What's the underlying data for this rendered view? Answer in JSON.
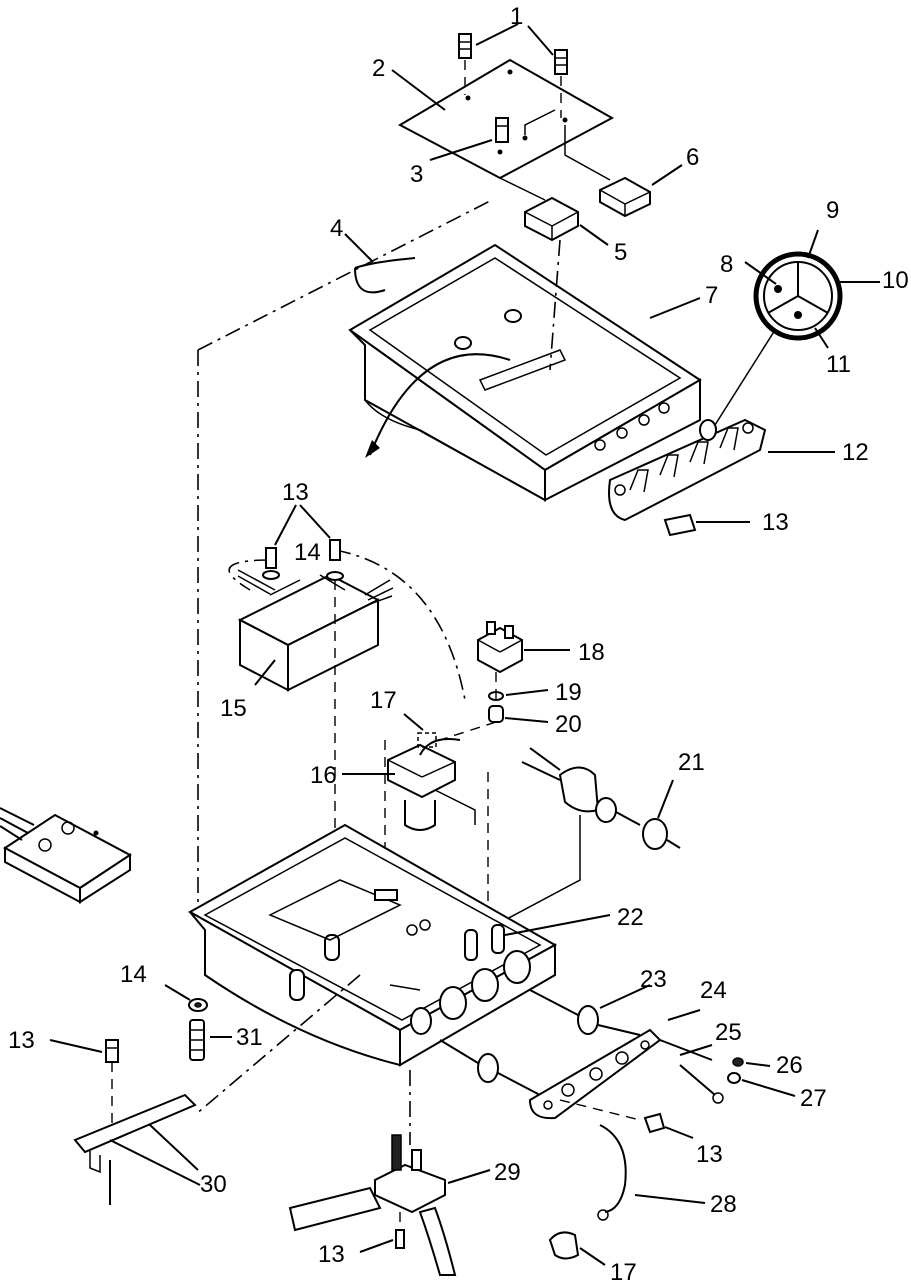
{
  "callouts": [
    {
      "id": "c1",
      "text": "1"
    },
    {
      "id": "c2",
      "text": "2"
    },
    {
      "id": "c3",
      "text": "3"
    },
    {
      "id": "c4",
      "text": "4"
    },
    {
      "id": "c5",
      "text": "5"
    },
    {
      "id": "c6",
      "text": "6"
    },
    {
      "id": "c7",
      "text": "7"
    },
    {
      "id": "c8",
      "text": "8"
    },
    {
      "id": "c9",
      "text": "9"
    },
    {
      "id": "c10",
      "text": "10"
    },
    {
      "id": "c11",
      "text": "11"
    },
    {
      "id": "c12",
      "text": "12"
    },
    {
      "id": "c13a",
      "text": "13"
    },
    {
      "id": "c13b",
      "text": "13"
    },
    {
      "id": "c14a",
      "text": "14"
    },
    {
      "id": "c15",
      "text": "15"
    },
    {
      "id": "c16",
      "text": "16"
    },
    {
      "id": "c17a",
      "text": "17"
    },
    {
      "id": "c18",
      "text": "18"
    },
    {
      "id": "c19",
      "text": "19"
    },
    {
      "id": "c20",
      "text": "20"
    },
    {
      "id": "c21",
      "text": "21"
    },
    {
      "id": "c22",
      "text": "22"
    },
    {
      "id": "c23",
      "text": "23"
    },
    {
      "id": "c24",
      "text": "24"
    },
    {
      "id": "c25",
      "text": "25"
    },
    {
      "id": "c26",
      "text": "26"
    },
    {
      "id": "c27",
      "text": "27"
    },
    {
      "id": "c14b",
      "text": "14"
    },
    {
      "id": "c31",
      "text": "31"
    },
    {
      "id": "c13c",
      "text": "13"
    },
    {
      "id": "c30",
      "text": "30"
    },
    {
      "id": "c13d",
      "text": "13"
    },
    {
      "id": "c29",
      "text": "29"
    },
    {
      "id": "c28",
      "text": "28"
    },
    {
      "id": "c13e",
      "text": "13"
    },
    {
      "id": "c17b",
      "text": "17"
    }
  ]
}
